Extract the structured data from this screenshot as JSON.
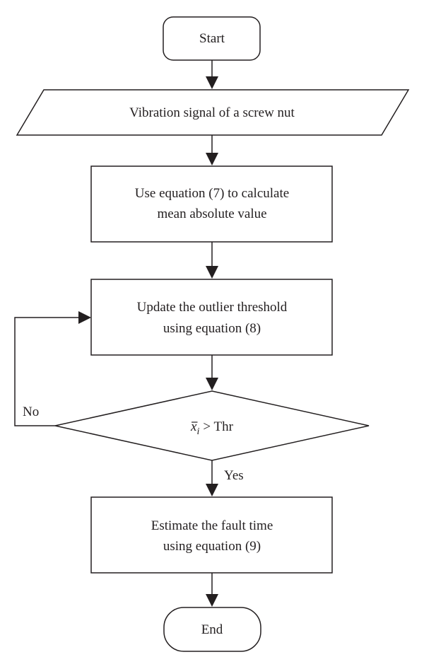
{
  "diagram": {
    "nodes": {
      "start": {
        "label": "Start"
      },
      "input": {
        "label": "Vibration signal of a screw nut"
      },
      "step1": {
        "line1": "Use equation (7) to calculate",
        "line2": "mean absolute value"
      },
      "step2": {
        "line1": "Update the outlier threshold",
        "line2": "using equation (8)"
      },
      "decision": {
        "variable": "x",
        "subscript": "i",
        "operator": "> Thr"
      },
      "step3": {
        "line1": "Estimate the fault time",
        "line2": "using equation (9)"
      },
      "end": {
        "label": "End"
      }
    },
    "edges": {
      "yes_label": "Yes",
      "no_label": "No"
    }
  }
}
